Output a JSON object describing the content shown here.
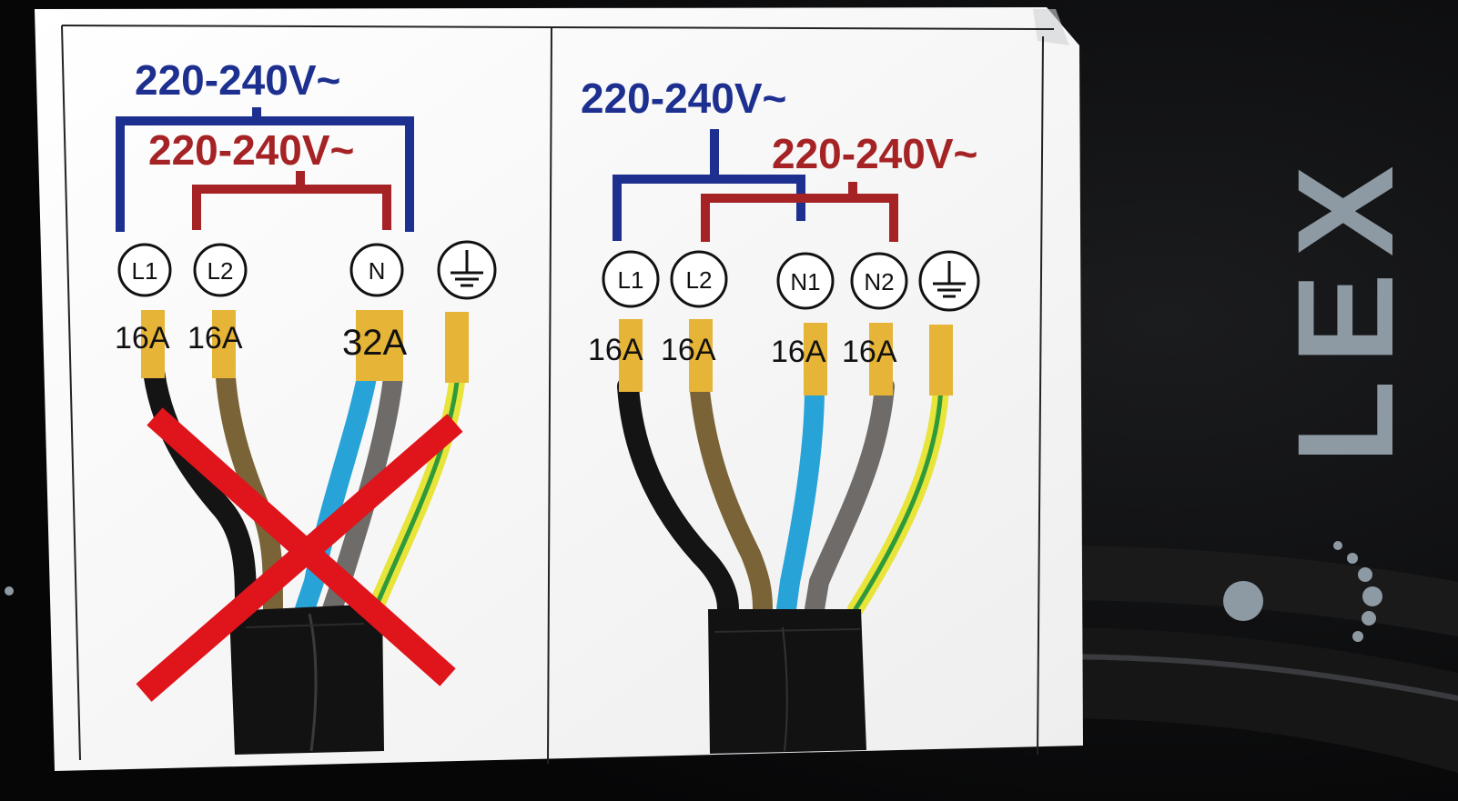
{
  "brand": {
    "name": "LEX"
  },
  "colors": {
    "blue": "#1d2f8f",
    "red": "#a52225",
    "cross": "#e0141b",
    "wire_black": "#141414",
    "wire_brown": "#7a6336",
    "wire_blue": "#27a3d8",
    "wire_grey": "#6e6b68",
    "wire_green": "#2f9a3a",
    "wire_yellow": "#e8e43a",
    "terminal": "#e6b437"
  },
  "panels": [
    {
      "id": "left",
      "status": "wrong",
      "voltage_outer": "220-240V~",
      "voltage_inner": "220-240V~",
      "terminals": [
        {
          "label": "L1",
          "rating": "16A",
          "wire": "black"
        },
        {
          "label": "L2",
          "rating": "16A",
          "wire": "brown"
        },
        {
          "label": "N",
          "rating": "32A",
          "wire": "blue+grey"
        },
        {
          "label": "earth",
          "rating": "",
          "wire": "green-yellow"
        }
      ]
    },
    {
      "id": "right",
      "status": "correct",
      "voltage_outer": "220-240V~",
      "voltage_inner": "220-240V~",
      "terminals": [
        {
          "label": "L1",
          "rating": "16A",
          "wire": "black"
        },
        {
          "label": "L2",
          "rating": "16A",
          "wire": "brown"
        },
        {
          "label": "N1",
          "rating": "16A",
          "wire": "blue"
        },
        {
          "label": "N2",
          "rating": "16A",
          "wire": "grey"
        },
        {
          "label": "earth",
          "rating": "",
          "wire": "green-yellow"
        }
      ]
    }
  ]
}
